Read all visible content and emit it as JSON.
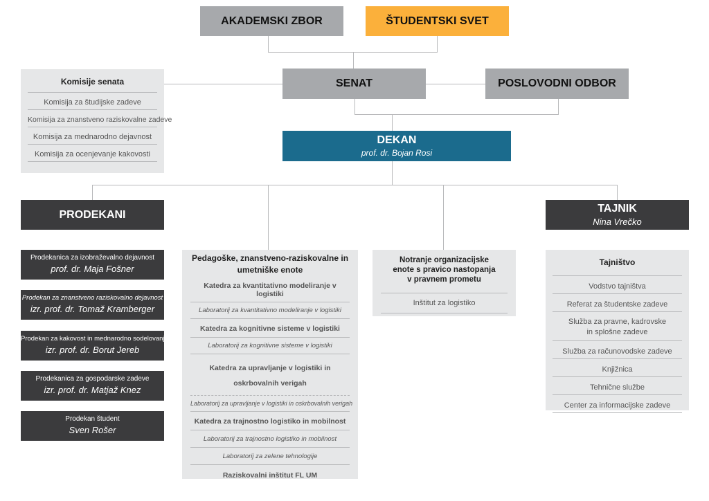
{
  "top": {
    "akademski_zbor": "AKADEMSKI ZBOR",
    "studentski_svet": "ŠTUDENTSKI SVET",
    "senat": "SENAT",
    "poslovodni_odbor": "POSLOVODNI ODBOR"
  },
  "komisije": {
    "title": "Komisije senata",
    "items": [
      "Komisija za študijske zadeve",
      "Komisija za znanstveno raziskovalne zadeve",
      "Komisija za mednarodno dejavnost",
      "Komisija za ocenjevanje kakovosti"
    ]
  },
  "dekan": {
    "title": "DEKAN",
    "name": "prof. dr. Bojan Rosi"
  },
  "prodekani": {
    "title": "PRODEKANI",
    "members": [
      {
        "role": "Prodekanica za izobraževalno dejavnost",
        "name": "prof. dr. Maja Fošner"
      },
      {
        "role": "Prodekan za znanstveno raziskovalno dejavnost",
        "name": "izr. prof. dr. Tomaž Kramberger"
      },
      {
        "role": "Prodekan za kakovost in mednarodno sodelovanje",
        "name": "izr. prof. dr. Borut Jereb"
      },
      {
        "role": "Prodekanica za gospodarske zadeve",
        "name": "izr. prof. dr. Matjaž Knez"
      },
      {
        "role": "Prodekan študent",
        "name": "Sven Rošer"
      }
    ]
  },
  "pedagoske": {
    "title": "Pedagoške, znanstveno-raziskovalne in umetniške enote",
    "items": [
      "Katedra za kvantitativno modeliranje v logistiki",
      "Laboratorij za kvantitativno modeliranje v logistiki",
      "Katedra za kognitivne sisteme v logistiki",
      "Laboratorij za kognitivne sisteme v logistiki",
      "Katedra za upravljanje v logistiki in oskrbovalnih verigah",
      "Laboratorij za upravljanje v logistiki in oskrbovalnih verigah",
      "Katedra za trajnostno logistiko in mobilnost",
      "Laboratorij za trajnostno logistiko in mobilnost",
      "Laboratorij za zelene tehnologije",
      "Raziskovalni inštitut FL UM"
    ]
  },
  "notranje": {
    "title": "Notranje organizacijske enote s pravico nastopanja v pravnem prometu",
    "items": [
      "Inštitut za logistiko"
    ]
  },
  "tajnik": {
    "title": "TAJNIK",
    "name": "Nina Vrečko"
  },
  "tajnistvo": {
    "title": "Tajništvo",
    "items": [
      "Vodstvo tajništva",
      "Referat za študentske zadeve",
      "Služba za pravne, kadrovske in splošne zadeve",
      "Služba za računovodske zadeve",
      "Knjižnica",
      "Tehnične službe",
      "Center za informacijske zadeve"
    ]
  },
  "colors": {
    "gray": "#a7a9ac",
    "orange": "#fbb03b",
    "blue": "#1b6b8d",
    "dark": "#3b3b3d",
    "panel": "#e6e7e8"
  }
}
